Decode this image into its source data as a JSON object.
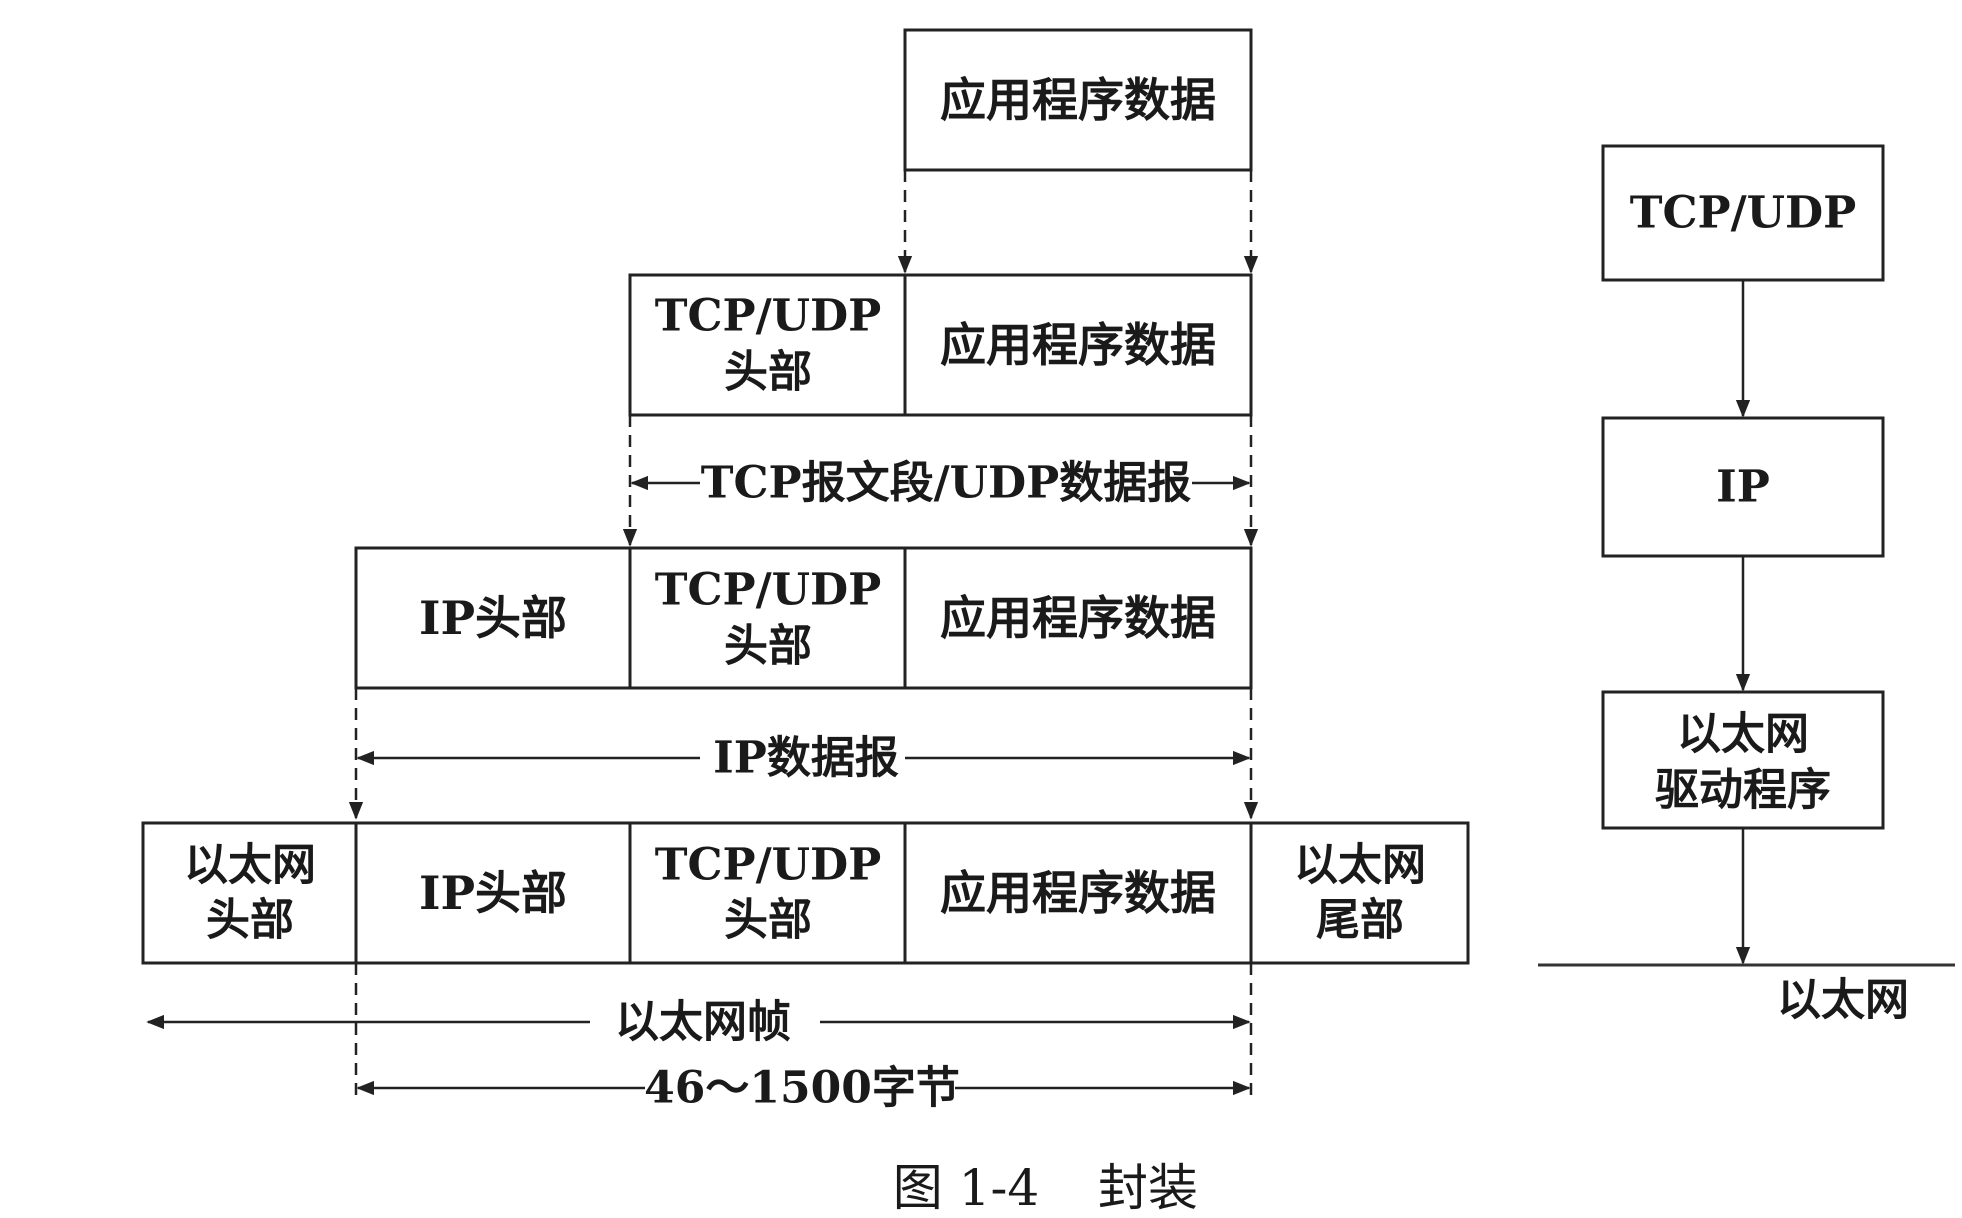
{
  "rows": {
    "app": {
      "data": "应用程序数据"
    },
    "transport": {
      "header_line1": "TCP/UDP",
      "header_line2": "头部",
      "data": "应用程序数据",
      "span_label": "TCP报文段/UDP数据报"
    },
    "ip": {
      "ip_header": "IP头部",
      "tcp_header_line1": "TCP/UDP",
      "tcp_header_line2": "头部",
      "data": "应用程序数据",
      "span_label": "IP数据报"
    },
    "ethernet": {
      "eth_header_line1": "以太网",
      "eth_header_line2": "头部",
      "ip_header": "IP头部",
      "tcp_header_line1": "TCP/UDP",
      "tcp_header_line2": "头部",
      "data": "应用程序数据",
      "eth_trailer_line1": "以太网",
      "eth_trailer_line2": "尾部",
      "frame_label": "以太网帧",
      "payload_label": "46～1500字节"
    }
  },
  "stack": {
    "layer1": "TCP/UDP",
    "layer2": "IP",
    "layer3_line1": "以太网",
    "layer3_line2": "驱动程序",
    "bus_label": "以太网"
  },
  "caption": {
    "number": "图 1-4",
    "title": "封装"
  }
}
